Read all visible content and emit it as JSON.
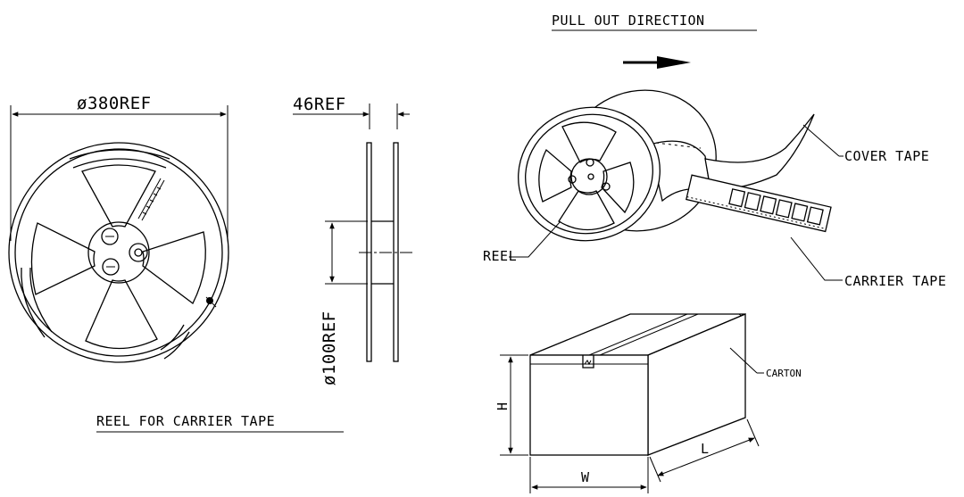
{
  "reel_view": {
    "dim_diameter": "ø380REF",
    "dim_width": "46REF",
    "dim_hub": "ø100REF",
    "caption": "REEL FOR CARRIER TAPE"
  },
  "tape_view": {
    "direction_title": "PULL OUT DIRECTION",
    "cover_tape": "COVER TAPE",
    "reel": "REEL",
    "carrier_tape": "CARRIER TAPE"
  },
  "carton_view": {
    "carton": "CARTON",
    "height": "H",
    "width": "W",
    "length": "L"
  }
}
